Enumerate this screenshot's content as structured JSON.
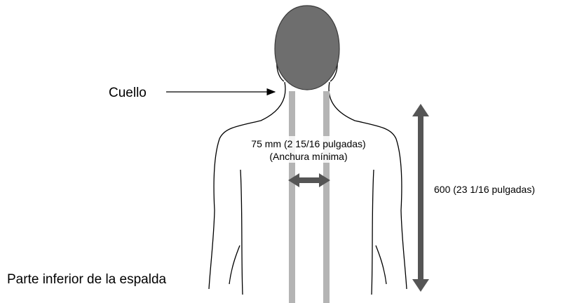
{
  "labels": {
    "neck": "Cuello",
    "width_line1": "75 mm (2 15/16 pulgadas)",
    "width_line2": "(Anchura mínima)",
    "length": "600 (23 1/16 pulgadas)",
    "lower_back": "Parte inferior de la espalda"
  },
  "colors": {
    "head": "#6e6e6e",
    "strip": "#b4b4b4",
    "arrow": "#555555",
    "outline": "#000000"
  }
}
